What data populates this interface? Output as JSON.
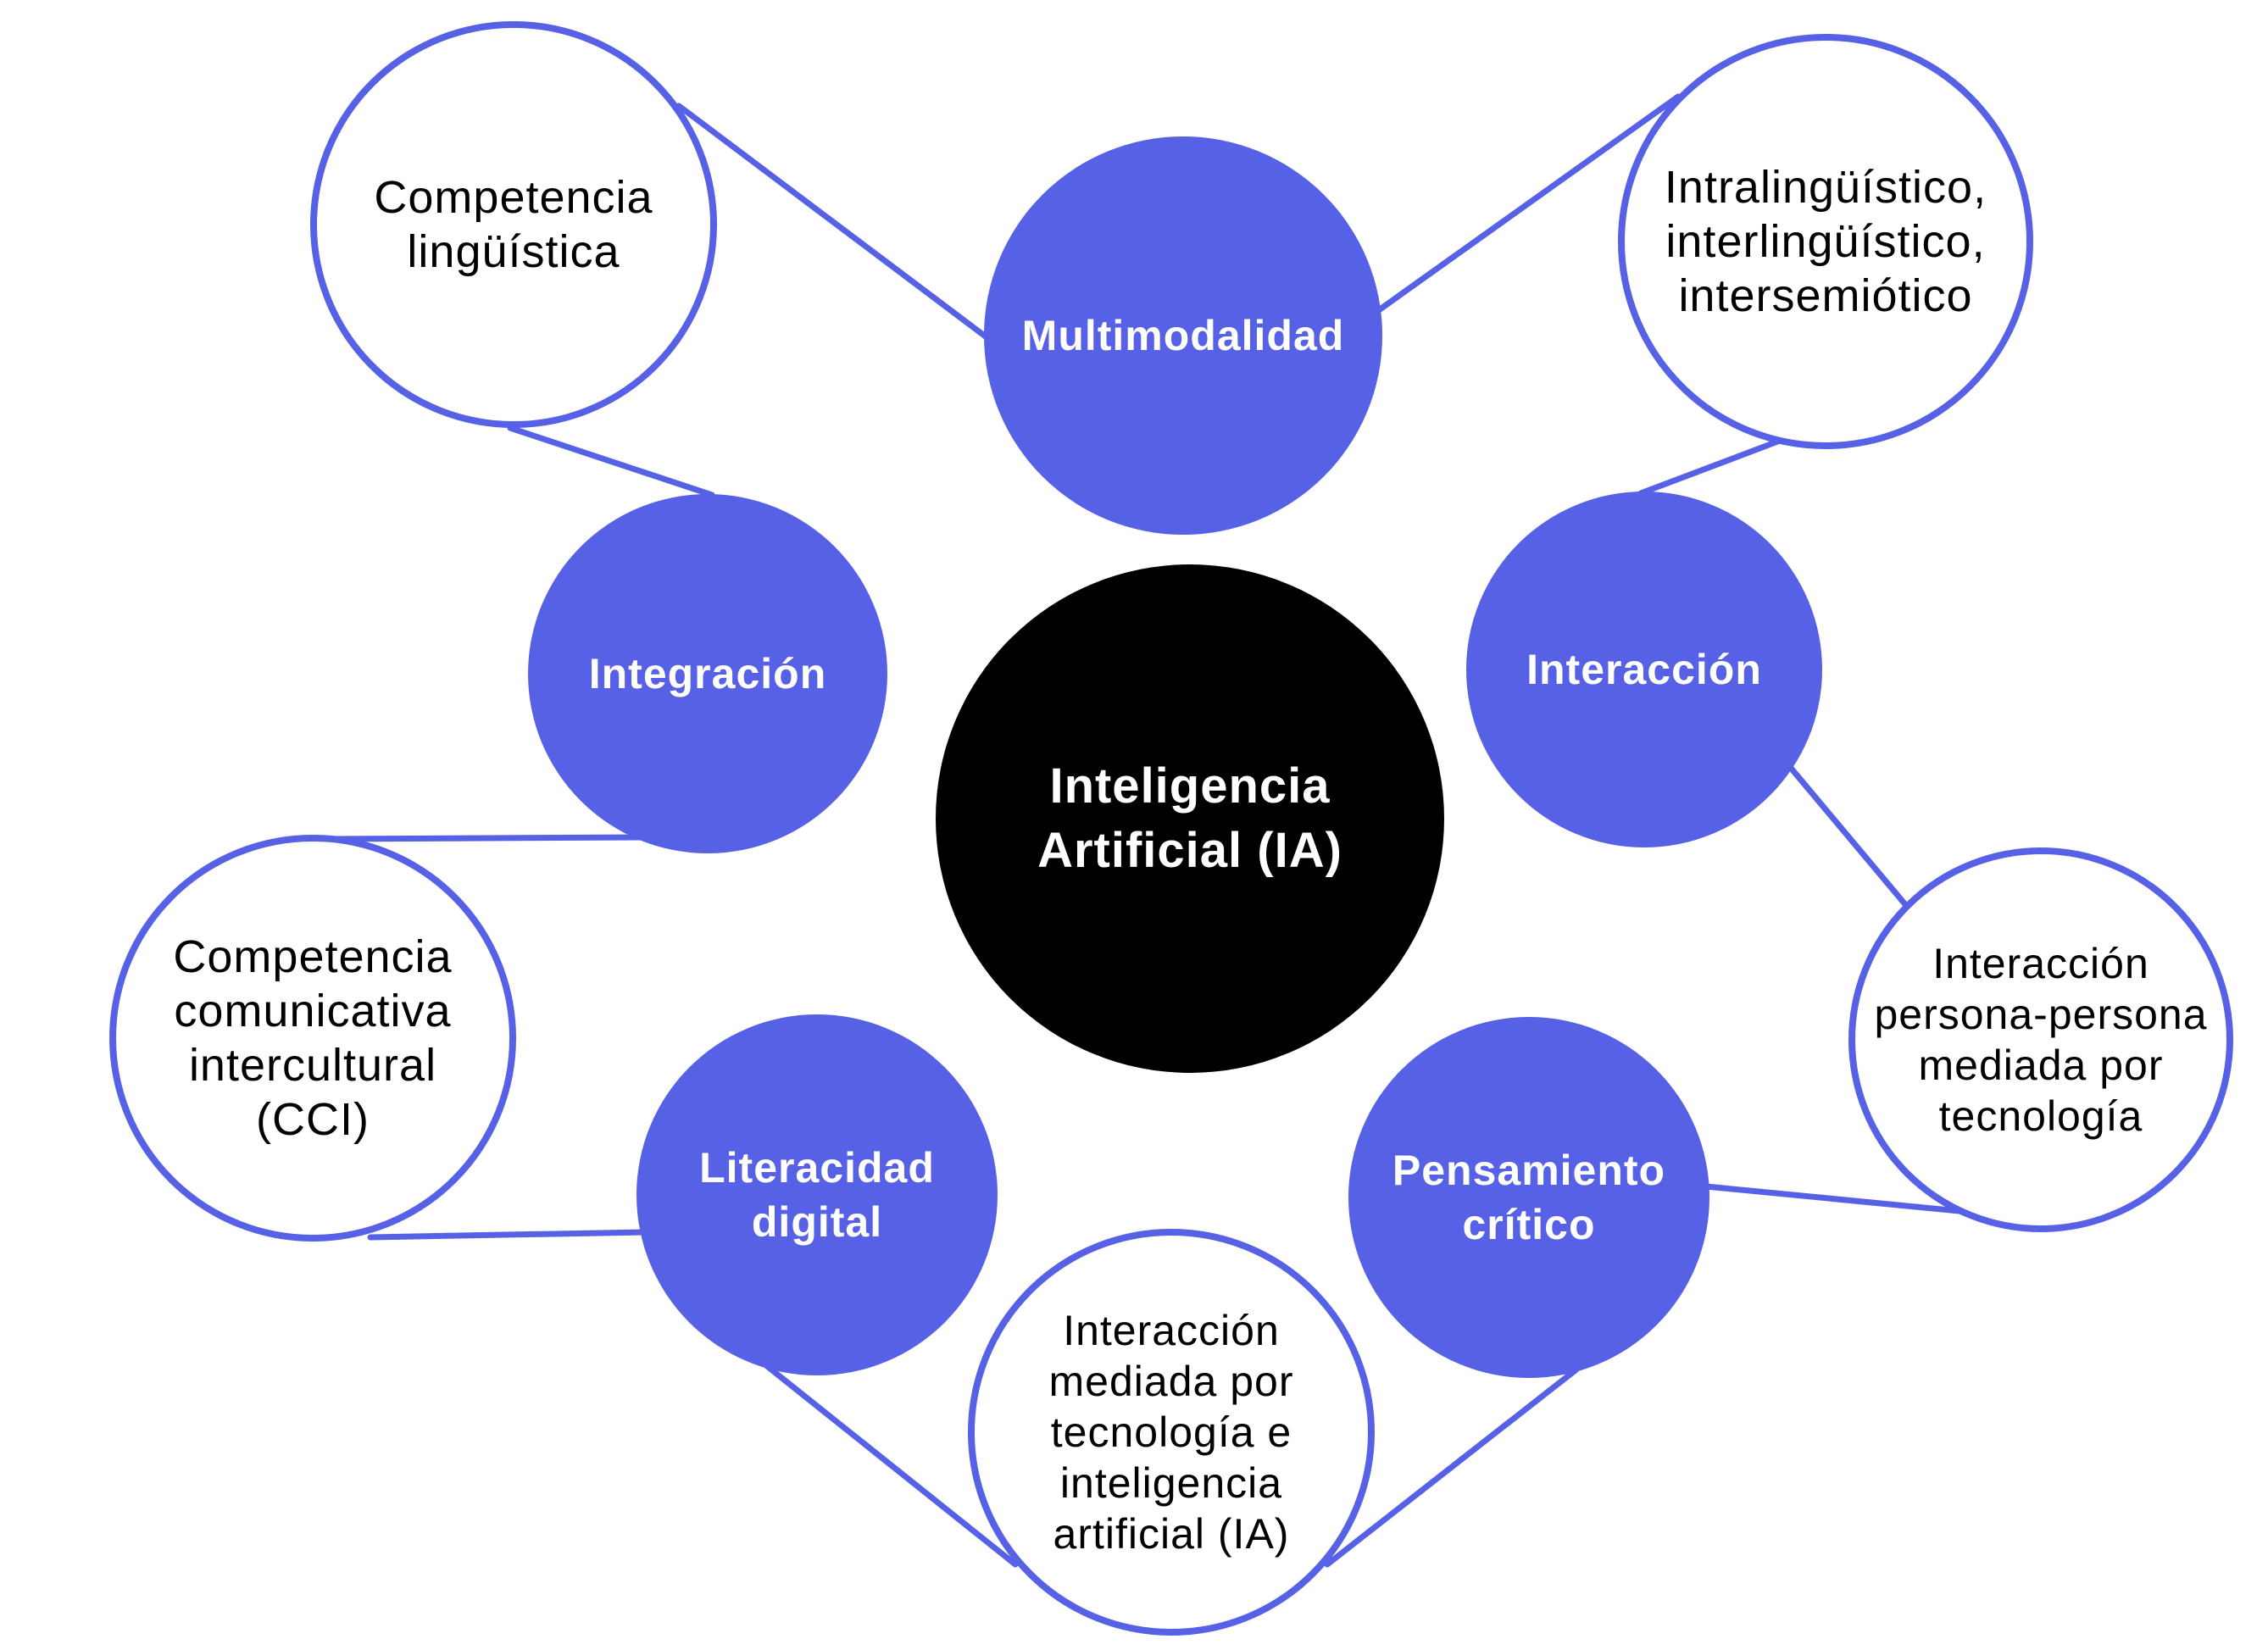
{
  "diagram": {
    "center": {
      "lines": [
        "Inteligencia",
        "Artificial (IA)"
      ]
    },
    "concepts": {
      "multimodalidad": {
        "label": "Multimodalidad"
      },
      "integracion": {
        "label": "Integración"
      },
      "interaccion": {
        "label": "Interacción"
      },
      "literacidad_digital": {
        "lines": [
          "Literacidad",
          "digital"
        ]
      },
      "pensamiento_critico": {
        "lines": [
          "Pensamiento",
          "crítico"
        ]
      }
    },
    "details": {
      "competencia_linguistica": {
        "lines": [
          "Competencia",
          "lingüística"
        ]
      },
      "intralinguistico": {
        "lines": [
          "Intralingüístico,",
          "interlingüístico,",
          "intersemiótico"
        ]
      },
      "competencia_comunicativa": {
        "lines": [
          "Competencia",
          "comunicativa",
          "intercultural",
          "(CCI)"
        ]
      },
      "interaccion_persona": {
        "lines": [
          "Interacción",
          "persona-persona",
          "mediada por",
          "tecnología"
        ]
      },
      "interaccion_mediada": {
        "lines": [
          "Interacción",
          "mediada por",
          "tecnología e",
          "inteligencia",
          "artificial (IA)"
        ]
      }
    },
    "connections": [
      {
        "from": "competencia_linguistica",
        "to": "multimodalidad"
      },
      {
        "from": "competencia_linguistica",
        "to": "integracion"
      },
      {
        "from": "intralinguistico",
        "to": "multimodalidad"
      },
      {
        "from": "intralinguistico",
        "to": "interaccion"
      },
      {
        "from": "interaccion_persona",
        "to": "interaccion"
      },
      {
        "from": "interaccion_persona",
        "to": "pensamiento_critico"
      },
      {
        "from": "interaccion_mediada",
        "to": "pensamiento_critico"
      },
      {
        "from": "interaccion_mediada",
        "to": "literacidad_digital"
      },
      {
        "from": "competencia_comunicativa",
        "to": "literacidad_digital"
      },
      {
        "from": "competencia_comunicativa",
        "to": "integracion"
      }
    ],
    "colors": {
      "accent_blue": "#5661E6",
      "center_black": "#000000",
      "text": "#000000",
      "background": "#FFFFFF"
    }
  }
}
